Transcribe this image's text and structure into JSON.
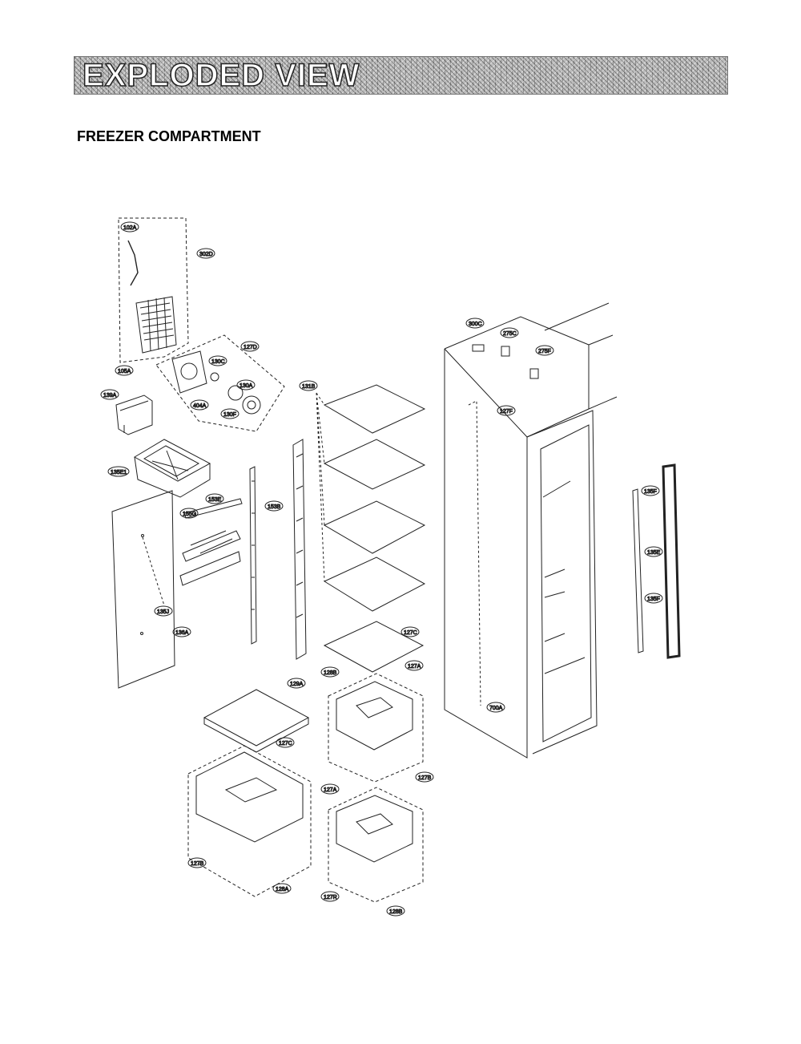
{
  "header": {
    "title": "EXPLODED VIEW"
  },
  "section": {
    "title": "FREEZER COMPARTMENT"
  },
  "callouts": {
    "c102A": "102A",
    "c302D": "302D",
    "c105A": "105A",
    "c127D": "127D",
    "c130C": "130C",
    "c139A": "139A",
    "c130A": "130A",
    "c404A": "404A",
    "c130F": "130F",
    "c131B": "131B",
    "c300C": "300C",
    "c275C": "275C",
    "c275F": "275F",
    "c135E1": "135E1",
    "c153E": "153E",
    "c155G": "155G",
    "c153B": "153B",
    "c135J": "135J",
    "c136A": "136A",
    "c127C": "127C",
    "c135F_top": "135F",
    "c135E": "135E",
    "c135F_bot": "135F",
    "c129A": "129A",
    "c128B": "128B",
    "c127A_top": "127A",
    "c127B_top": "127B",
    "c700A": "700A",
    "c127C_mid": "127C",
    "c127A_bot": "127A",
    "c127B_bot": "127B",
    "c127R": "127R",
    "c128A": "128A",
    "c128B_bot": "128B",
    "c127F": "127F"
  }
}
